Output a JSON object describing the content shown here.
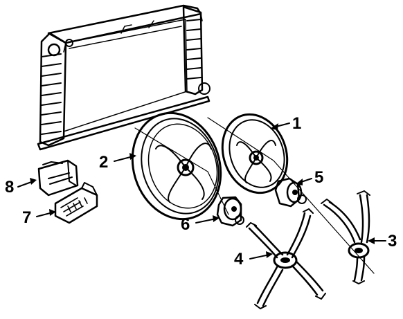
{
  "callouts": [
    {
      "id": "1",
      "label": "1"
    },
    {
      "id": "2",
      "label": "2"
    },
    {
      "id": "3",
      "label": "3"
    },
    {
      "id": "4",
      "label": "4"
    },
    {
      "id": "5",
      "label": "5"
    },
    {
      "id": "6",
      "label": "6"
    },
    {
      "id": "7",
      "label": "7"
    },
    {
      "id": "8",
      "label": "8"
    }
  ],
  "parts": [
    {
      "callout": "1",
      "icon": "small-fan-assembly-icon"
    },
    {
      "callout": "2",
      "icon": "large-fan-assembly-icon"
    },
    {
      "callout": "3",
      "icon": "small-fan-bracket-icon"
    },
    {
      "callout": "4",
      "icon": "large-fan-bracket-icon"
    },
    {
      "callout": "5",
      "icon": "small-fan-motor-icon"
    },
    {
      "callout": "6",
      "icon": "large-fan-motor-icon"
    },
    {
      "callout": "7",
      "icon": "relay-module-icon"
    },
    {
      "callout": "8",
      "icon": "connector-boot-icon"
    }
  ],
  "colors": {
    "ink": "#000000",
    "paper": "#ffffff"
  }
}
